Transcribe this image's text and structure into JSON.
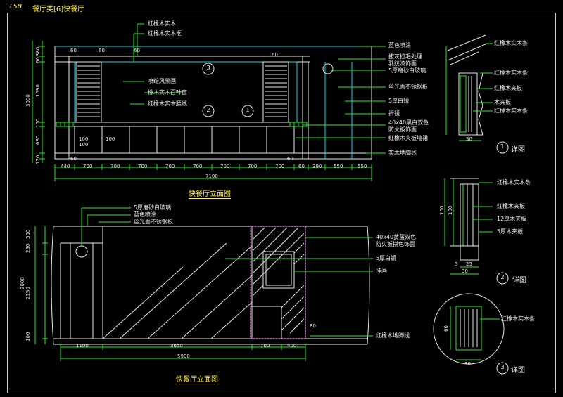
{
  "header": {
    "page_number": "158",
    "category": "餐厅类[6]快餐厅"
  },
  "top_elevation": {
    "title": "快餐厅立面图",
    "labels": [
      "红橡木实木",
      "红橡木实木框",
      "喷绘风景画",
      "橡木实木百叶窗",
      "红橡木实木腰线",
      "蓝色喷涂",
      "拔灰拉毛处理",
      "乳胶漆饰面",
      "5厚磨砂白玻璃",
      "丝光面不锈钢板",
      "5厚白镜",
      "折镜",
      "40x40黑白双色",
      "防火板饰面",
      "红橡木夹板墙裙",
      "实木地脚线"
    ],
    "bottom_dims": [
      "440",
      "700",
      "700",
      "700",
      "700",
      "700",
      "700",
      "700",
      "700",
      "60",
      "390",
      "550",
      "550"
    ],
    "total_dim": "7100",
    "left_dims": [
      "380",
      "60",
      "1690",
      "100",
      "680",
      "120"
    ],
    "total_height": "3000",
    "inner_dims": [
      "60",
      "60",
      "60",
      "60",
      "100",
      "100",
      "100",
      "60",
      "60"
    ],
    "callouts": [
      "3",
      "2",
      "1"
    ]
  },
  "bottom_elevation": {
    "title": "快餐厅立面图",
    "labels": [
      "5厚磨砂白玻璃",
      "蓝色喷涂",
      "丝光面不锈钢板",
      "40x40黄蓝双色",
      "防火板拼色饰面",
      "5厚白镜",
      "挂画",
      "红橡木地脚线"
    ],
    "bottom_dims": [
      "1100",
      "3650",
      "700",
      "400"
    ],
    "total_dim": "5900",
    "left_dims": [
      "500",
      "250",
      "2150",
      "100"
    ],
    "total_height": "3000",
    "small_dim": "80"
  },
  "details": [
    {
      "id": "1",
      "word": "详图",
      "labels": [
        "红橡木实木条",
        "红橡木实木条",
        "红橡木夹板",
        "木夹板",
        "红橡木实木条"
      ],
      "dims": [
        "30"
      ]
    },
    {
      "id": "2",
      "word": "详图",
      "labels": [
        "红橡木实木条",
        "红橡木夹板",
        "12厚木夹板",
        "5厚木夹板"
      ],
      "dims": [
        "100",
        "100",
        "5",
        "25",
        "30"
      ]
    },
    {
      "id": "3",
      "word": "详图",
      "labels": [
        "红橡木实木条"
      ],
      "dims": [
        "60",
        "30"
      ]
    }
  ],
  "colors": {
    "line_cyan": "#00d8e8",
    "line_green": "#22ee22",
    "line_white": "#e6e6e6",
    "accent_yellow": "#ffee44",
    "line_magenta": "#ff44ff"
  }
}
